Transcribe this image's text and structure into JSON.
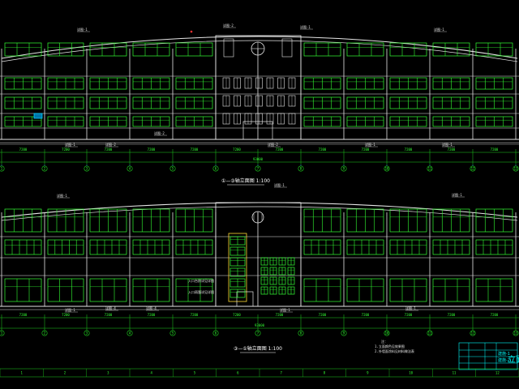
{
  "palette": {
    "background": "#000000",
    "structure": "#e6e6e6",
    "window": "#33ff33",
    "dimension": "#1fd11f",
    "axis_bubble": "#2a6cff",
    "title_block": "#00ffff",
    "accent_red": "#ff3333"
  },
  "grid_axes": [
    "1",
    "2",
    "3",
    "4",
    "5",
    "6",
    "7",
    "8",
    "9",
    "10",
    "11",
    "12",
    "13"
  ],
  "elevation1": {
    "title": "①—③轴立面图 1:100",
    "total_dim": "93000",
    "bay_dim": "7200",
    "callouts_top": [
      "详图-1",
      "详图-2",
      "详图-1",
      "详图-1"
    ],
    "callouts_bottom": [
      "详图-1",
      "详图-2",
      "详图-2",
      "详图-2",
      "详图-1",
      "详图-1"
    ]
  },
  "elevation2": {
    "title": "③—①轴立面图 1:100",
    "total_dim": "93000",
    "bay_dim": "7200",
    "callouts_top": [
      "详图-1",
      "详图-1",
      "详图-1"
    ],
    "callouts_bottom": [
      "详图-1",
      "详图-4",
      "详图-4",
      "详图-1",
      "详图-1"
    ],
    "note_label": "注：",
    "notes": [
      "1.立面颜色见效果图",
      "2.外墙面涂料见材料做法表"
    ],
    "door_callouts": [
      "入口雨篷详见详图",
      "入口台阶详见详图"
    ]
  },
  "title_block": {
    "sheet_title": "立面图",
    "sheet_code_1": "建施-1",
    "sheet_code_2": "建施-2"
  }
}
